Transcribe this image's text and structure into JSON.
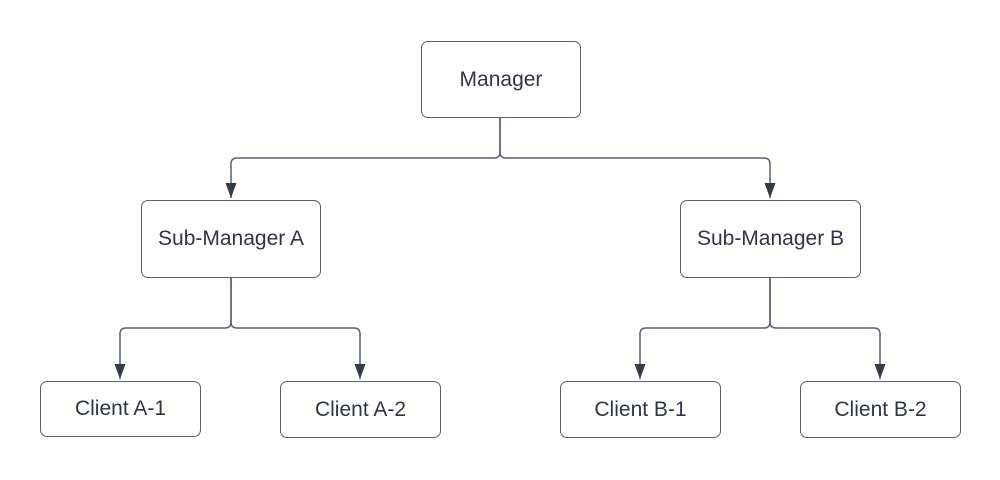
{
  "diagram": {
    "type": "org-tree",
    "colors": {
      "background": "#ffffff",
      "node_fill": "#ffffff",
      "node_border": "#59606e",
      "node_text": "#2f3542",
      "connector": "#59606e",
      "arrowhead": "#333a48"
    },
    "nodes": [
      {
        "id": "manager",
        "label": "Manager"
      },
      {
        "id": "sub-manager-a",
        "label": "Sub-Manager A"
      },
      {
        "id": "sub-manager-b",
        "label": "Sub-Manager B"
      },
      {
        "id": "client-a-1",
        "label": "Client A-1"
      },
      {
        "id": "client-a-2",
        "label": "Client A-2"
      },
      {
        "id": "client-b-1",
        "label": "Client B-1"
      },
      {
        "id": "client-b-2",
        "label": "Client B-2"
      }
    ],
    "edges": [
      {
        "from": "manager",
        "to": "sub-manager-a"
      },
      {
        "from": "manager",
        "to": "sub-manager-b"
      },
      {
        "from": "sub-manager-a",
        "to": "client-a-1"
      },
      {
        "from": "sub-manager-a",
        "to": "client-a-2"
      },
      {
        "from": "sub-manager-b",
        "to": "client-b-1"
      },
      {
        "from": "sub-manager-b",
        "to": "client-b-2"
      }
    ]
  }
}
